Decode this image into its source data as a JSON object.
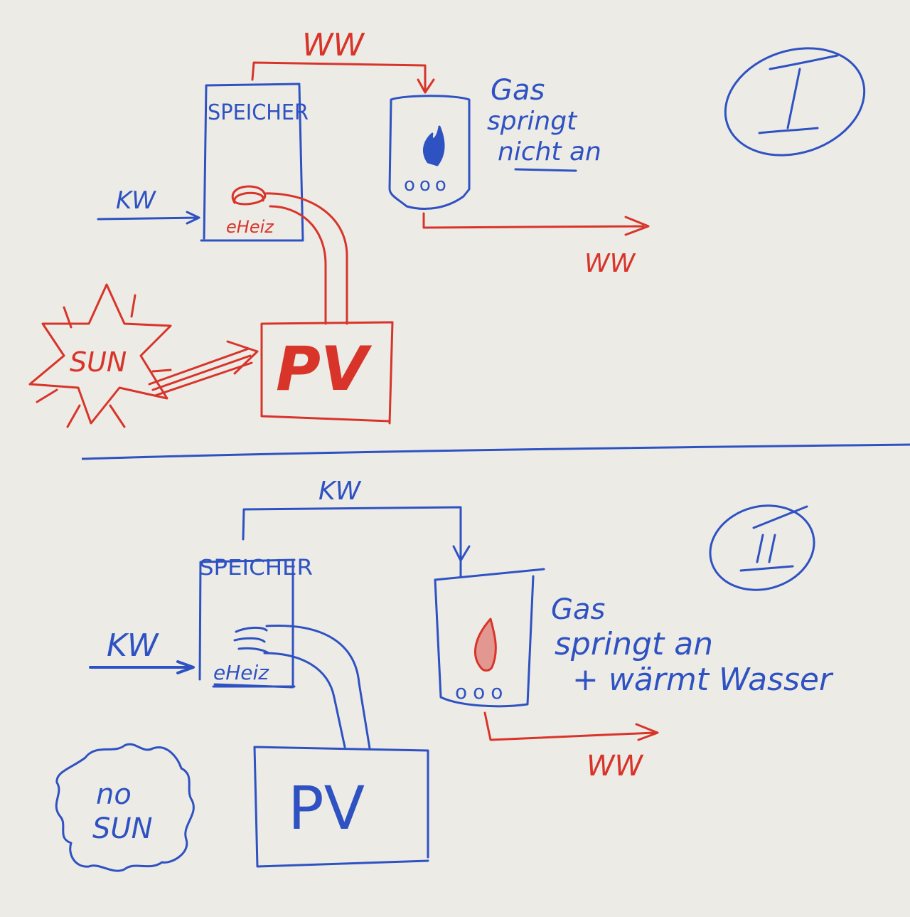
{
  "colors": {
    "paper": "#ecebe6",
    "red_ink": "#d8342a",
    "blue_ink": "#2f52c2"
  },
  "scenario_1": {
    "label": "I",
    "pipe_top_label": "WW",
    "storage_label": "SPEICHER",
    "inlet_label": "KW",
    "heater_label": "eHeiz",
    "sun_label": "SUN",
    "pv_label": "PV",
    "gas_note": [
      "Gas",
      "springt",
      "nicht an"
    ],
    "outlet_label": "WW",
    "flame_icon": "flame-icon",
    "burner_dots": "ooo"
  },
  "scenario_2": {
    "label": "II",
    "pipe_top_label": "KW",
    "storage_label": "SPEICHER",
    "inlet_label": "KW",
    "heater_label": "eHeiz",
    "cloud_label": [
      "no",
      "SUN"
    ],
    "pv_label": "PV",
    "gas_note": [
      "Gas",
      "springt an",
      "+ wärmt Wasser"
    ],
    "outlet_label": "WW",
    "flame_icon": "flame-icon",
    "burner_dots": "ooo"
  }
}
